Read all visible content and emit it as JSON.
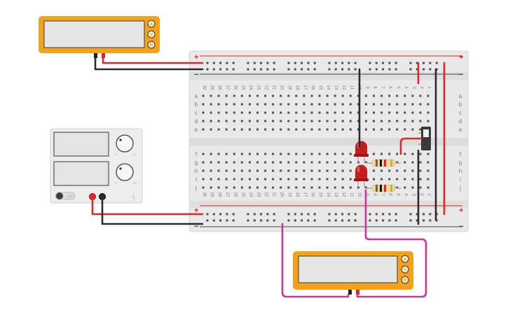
{
  "breadboard": {
    "columns": 30,
    "top_rows": [
      "a",
      "b",
      "c",
      "d",
      "e"
    ],
    "bottom_rows": [
      "f",
      "g",
      "h",
      "i",
      "j"
    ],
    "rail_plus": "+",
    "rail_minus": "−"
  },
  "multimeter": {
    "buttons": [
      "A",
      "V",
      "R"
    ]
  },
  "power_supply": {
    "off_label": "OFF",
    "knob_labels": [
      "0",
      "5 V",
      "0",
      "1 A"
    ]
  },
  "colors": {
    "wire_red": "#e02626",
    "wire_black": "#2b2b2b",
    "wire_magenta": "#c13a9b",
    "meter_body": "#f5a21a",
    "led": "#c41d1d",
    "breadboard": "#e9e9e9"
  }
}
